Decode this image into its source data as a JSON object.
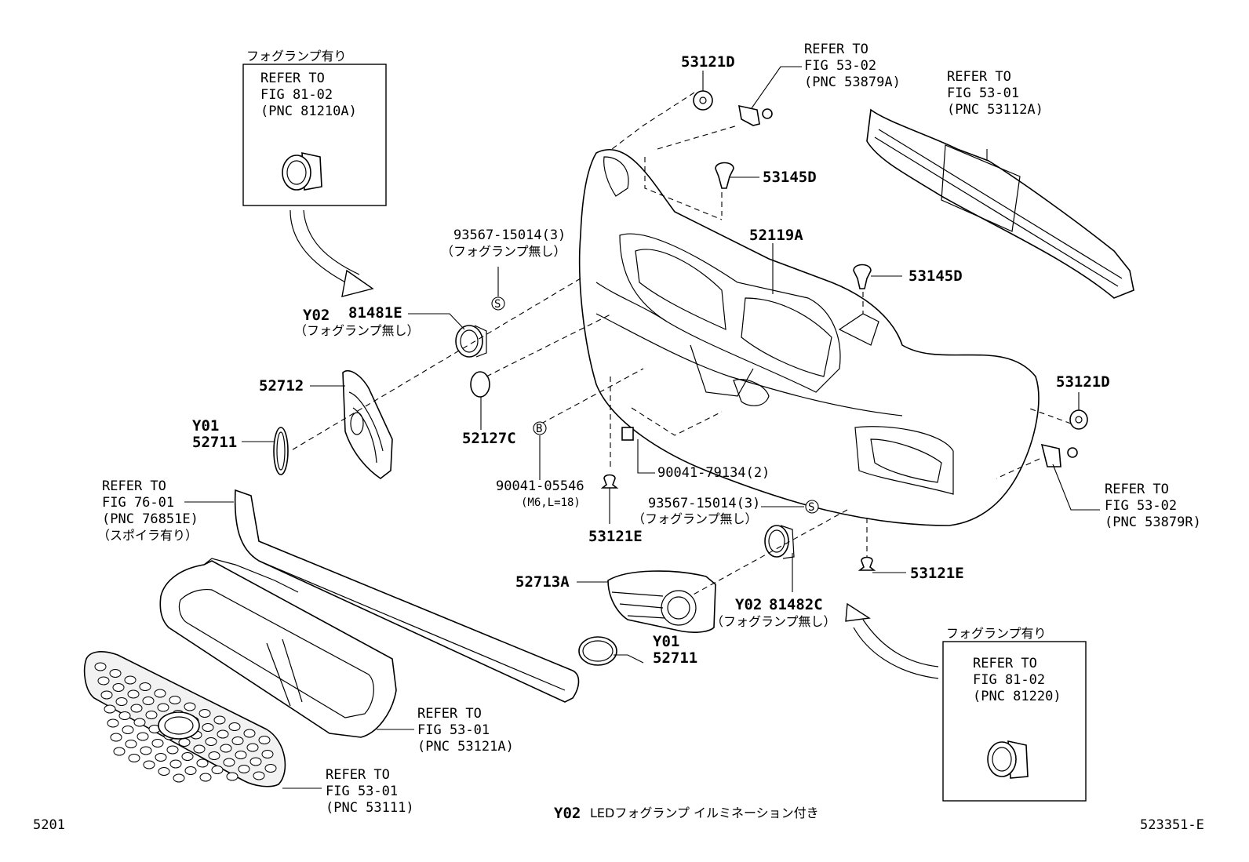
{
  "callouts": {
    "c53121D_top": "53121D",
    "c53145D_a": "53145D",
    "c52119A": "52119A",
    "c53145D_b": "53145D",
    "c53121D_right": "53121D",
    "c81481E": "81481E",
    "c81481E_opt": "Y02",
    "c81481E_note": "（フォグランプ無し）",
    "c52712": "52712",
    "c52711_a_opt": "Y01",
    "c52711_a": "52711",
    "c93567_a": "93567-15014(3)",
    "c93567_a_note": "（フォグランプ無し）",
    "c52127C": "52127C",
    "c90041_05546": "90041-05546",
    "c90041_05546_spec": "(M6,L=18)",
    "c90041_79134": "90041-79134(2)",
    "c53121E_a": "53121E",
    "c93567_b": "93567-15014(3)",
    "c93567_b_note": "（フォグランプ無し）",
    "c52713A": "52713A",
    "c52711_b_opt": "Y01",
    "c52711_b": "52711",
    "c81482C_opt": "Y02",
    "c81482C": "81482C",
    "c81482C_note": "（フォグランプ無し）",
    "c53121E_b": "53121E"
  },
  "refs": {
    "fog_left_header": "フォグランプ有り",
    "fog_left": [
      "REFER TO",
      "FIG 81-02",
      "(PNC 81210A)"
    ],
    "top_5302": [
      "REFER TO",
      "FIG 53-02",
      "(PNC 53879A)"
    ],
    "top_5301": [
      "REFER TO",
      "FIG 53-01",
      "(PNC 53112A)"
    ],
    "spoiler": [
      "REFER TO",
      "FIG 76-01",
      "(PNC 76851E)",
      "（スポイラ有り）"
    ],
    "right_5302": [
      "REFER TO",
      "FIG 53-02",
      "(PNC 53879R)"
    ],
    "grille_frame": [
      "REFER TO",
      "FIG 53-01",
      "(PNC 53121A)"
    ],
    "grille": [
      "REFER TO",
      "FIG 53-01",
      "(PNC 53111)"
    ],
    "fog_right_header": "フォグランプ有り",
    "fog_right": [
      "REFER TO",
      "FIG 81-02",
      "(PNC 81220)"
    ]
  },
  "symbols": {
    "s_a": "S",
    "s_b": "S",
    "b": "B"
  },
  "footer": {
    "legend_code": "Y02",
    "legend_text": "LEDフォグランプ イルミネーション付き",
    "page_left": "5201",
    "fig_id": "523351-E"
  }
}
